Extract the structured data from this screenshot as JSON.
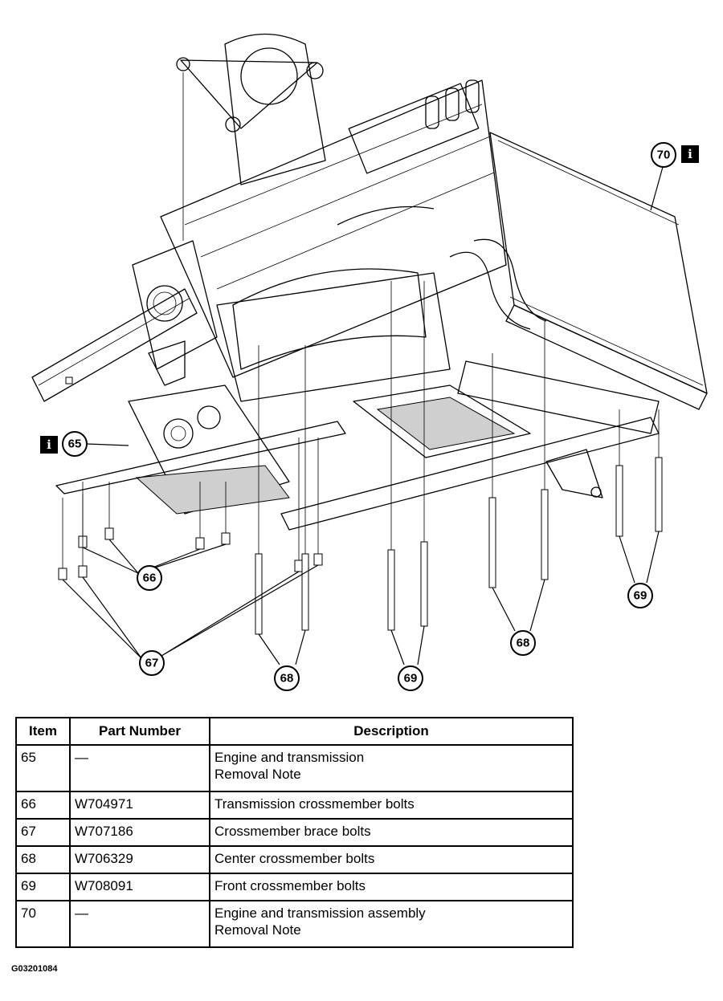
{
  "callouts": [
    {
      "id": "65",
      "label": "65"
    },
    {
      "id": "66",
      "label": "66"
    },
    {
      "id": "67",
      "label": "67"
    },
    {
      "id": "68a",
      "label": "68"
    },
    {
      "id": "69a",
      "label": "69"
    },
    {
      "id": "68b",
      "label": "68"
    },
    {
      "id": "69b",
      "label": "69"
    },
    {
      "id": "70",
      "label": "70"
    }
  ],
  "info_icon_label": "i",
  "table": {
    "headers": [
      "Item",
      "Part Number",
      "Description"
    ],
    "rows": [
      {
        "item": "65",
        "part_number": "—",
        "description": [
          "Engine and transmission",
          "Removal Note"
        ]
      },
      {
        "item": "66",
        "part_number": "W704971",
        "description": [
          "Transmission crossmember bolts"
        ]
      },
      {
        "item": "67",
        "part_number": "W707186",
        "description": [
          "Crossmember brace bolts"
        ]
      },
      {
        "item": "68",
        "part_number": "W706329",
        "description": [
          "Center crossmember bolts"
        ]
      },
      {
        "item": "69",
        "part_number": "W708091",
        "description": [
          "Front crossmember bolts"
        ]
      },
      {
        "item": "70",
        "part_number": "—",
        "description": [
          "Engine and transmission assembly",
          "Removal Note"
        ]
      }
    ]
  },
  "figure_code": "G03201084"
}
